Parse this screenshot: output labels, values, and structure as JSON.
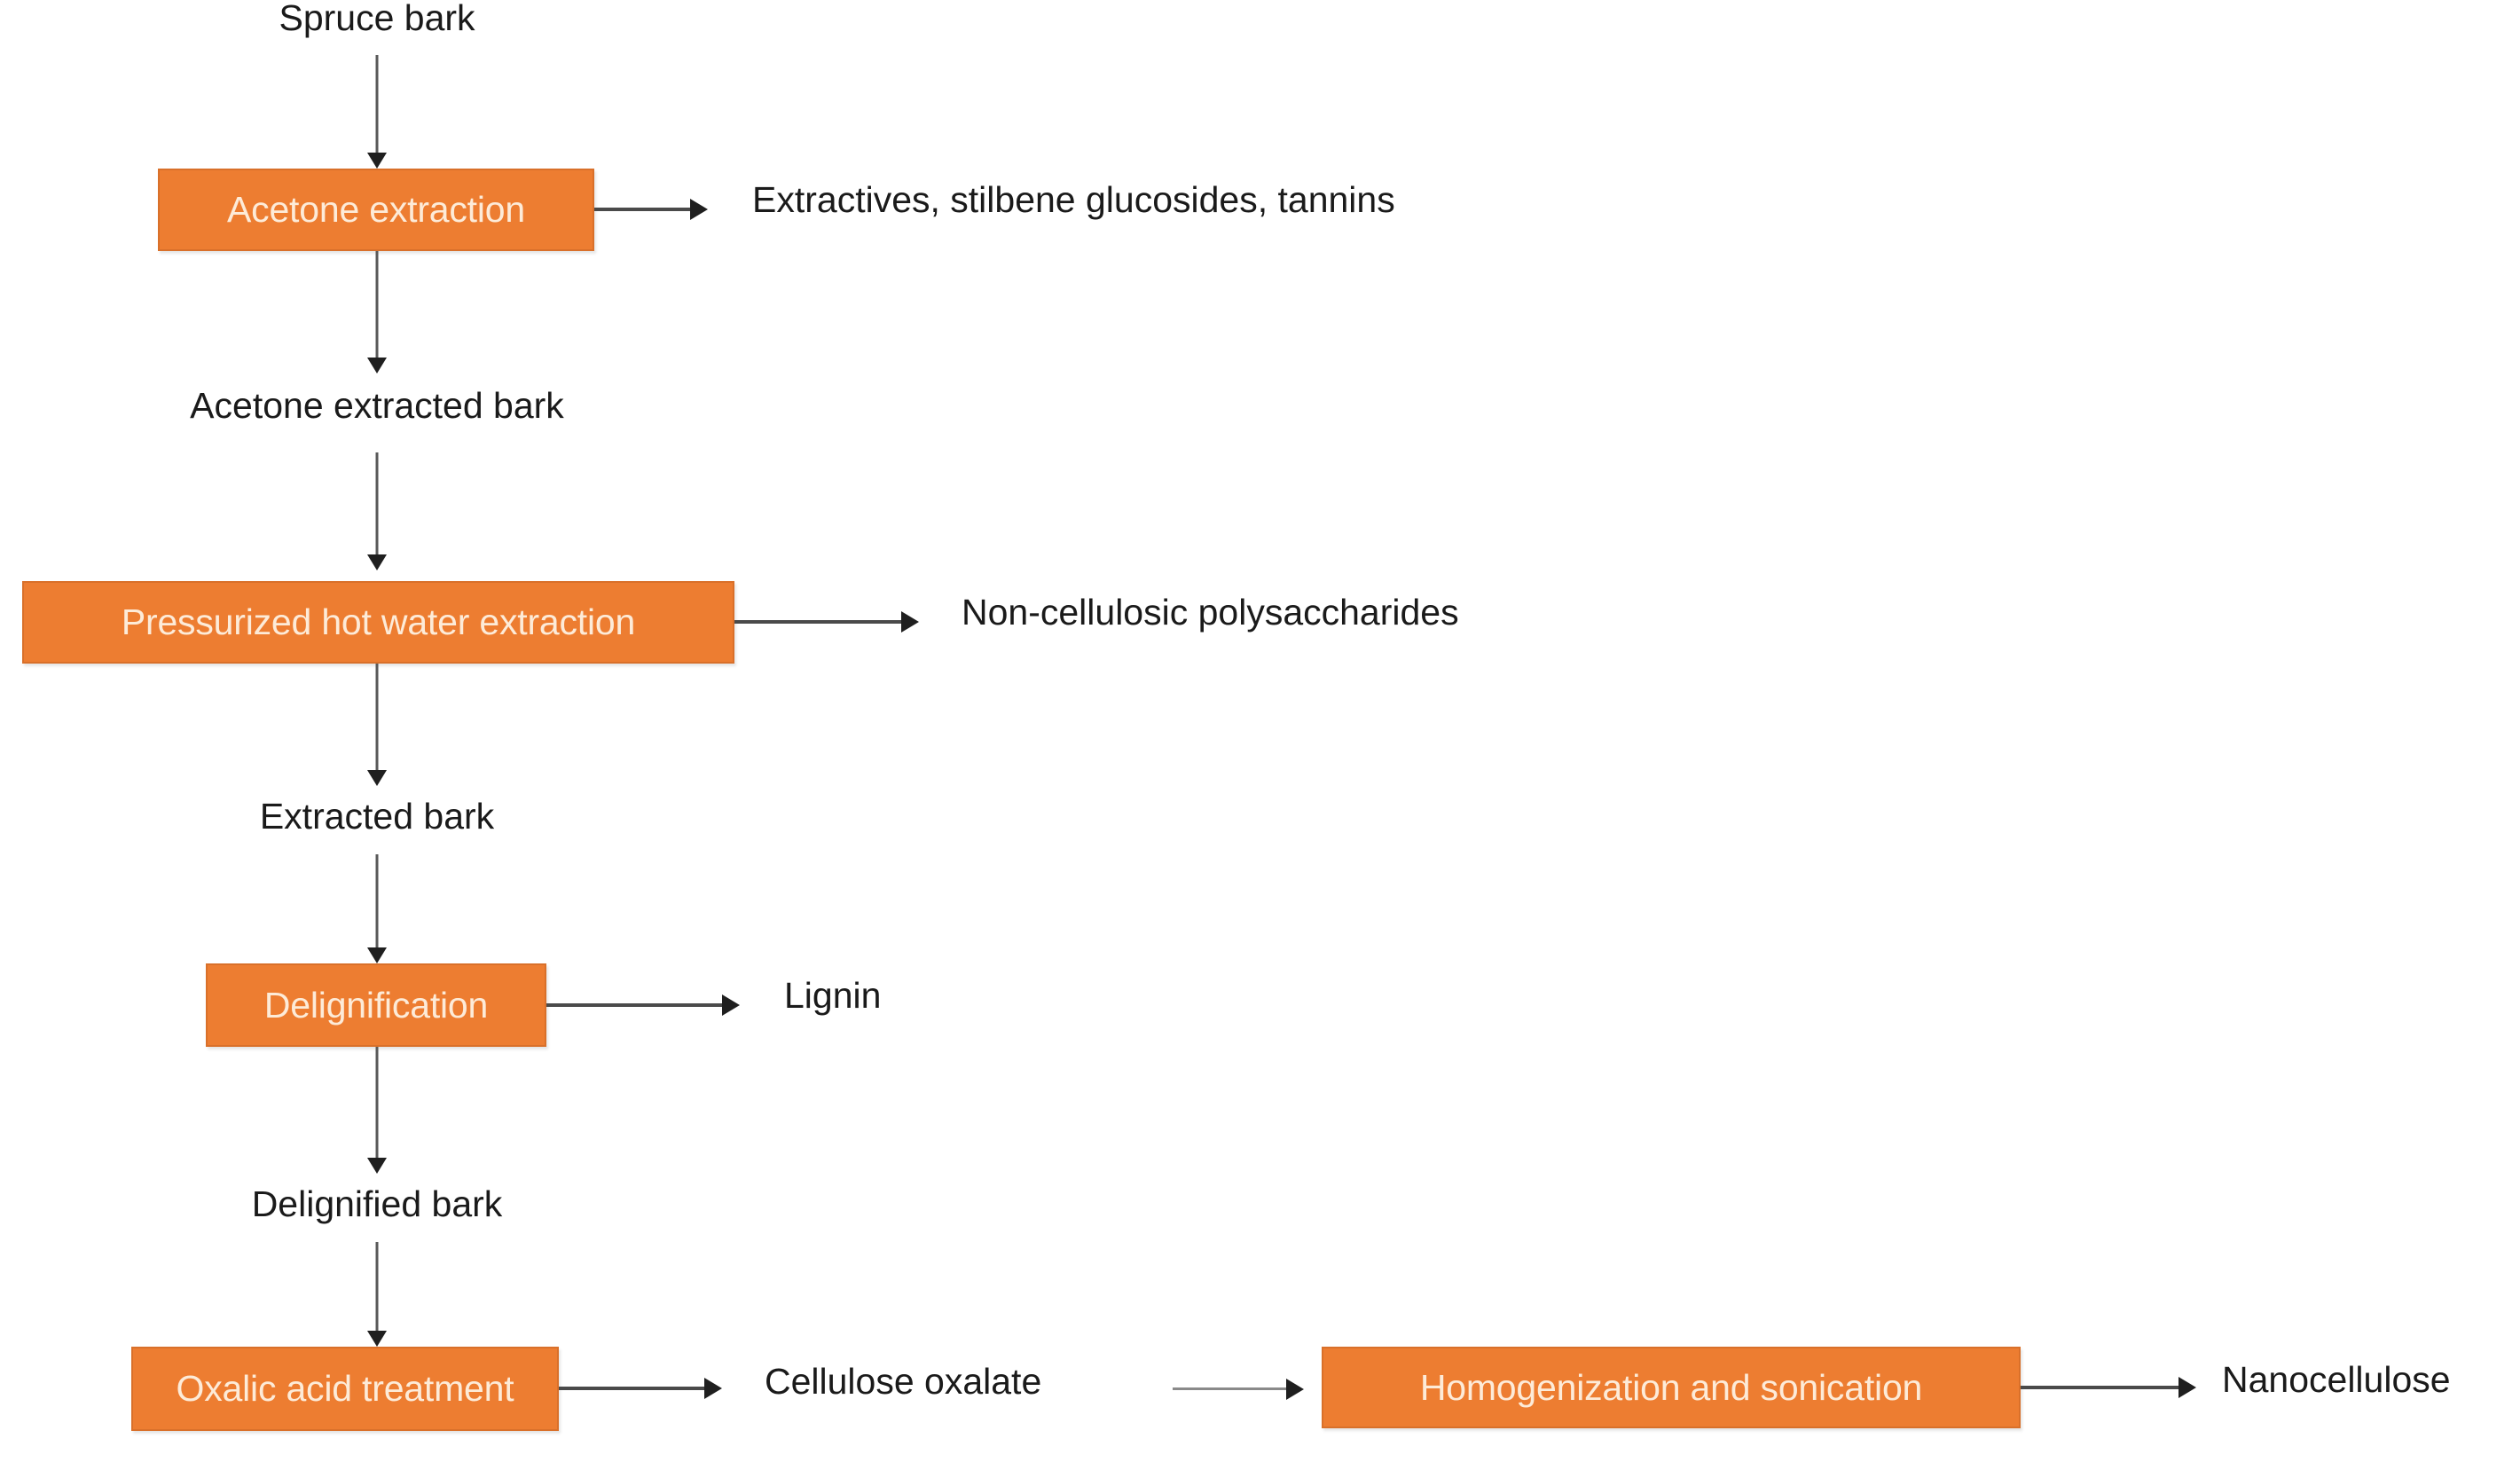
{
  "diagram": {
    "title": "Spruce bark to nanocellulose process flowchart",
    "colors": {
      "box_fill": "#ED7D31",
      "box_border": "#D9702A",
      "box_text": "#FDEBD8",
      "label_text": "#1a1a1a",
      "connector": "#4a4a4a",
      "background": "#ffffff"
    },
    "start_material": {
      "label": "Spruce bark"
    },
    "process_steps": [
      {
        "id": "acetone-extraction",
        "label": "Acetone extraction"
      },
      {
        "id": "pressurized-hot-water-extraction",
        "label": "Pressurized hot water extraction"
      },
      {
        "id": "delignification",
        "label": "Delignification"
      },
      {
        "id": "oxalic-acid-treatment",
        "label": "Oxalic acid treatment"
      },
      {
        "id": "homogenization-and-sonication",
        "label": "Homogenization and sonication"
      }
    ],
    "intermediates": [
      {
        "id": "acetone-extracted-bark",
        "label": "Acetone extracted bark"
      },
      {
        "id": "extracted-bark",
        "label": "Extracted bark"
      },
      {
        "id": "delignified-bark",
        "label": "Delignified bark"
      },
      {
        "id": "cellulose-oxalate",
        "label": "Cellulose oxalate"
      }
    ],
    "side_products": [
      {
        "id": "extractives",
        "label": "Extractives, stilbene glucosides, tannins"
      },
      {
        "id": "non-cellulosic-polysaccharides",
        "label": "Non-cellulosic polysaccharides"
      },
      {
        "id": "lignin",
        "label": "Lignin"
      }
    ],
    "final_product": {
      "label": "Nanocellulose"
    }
  }
}
